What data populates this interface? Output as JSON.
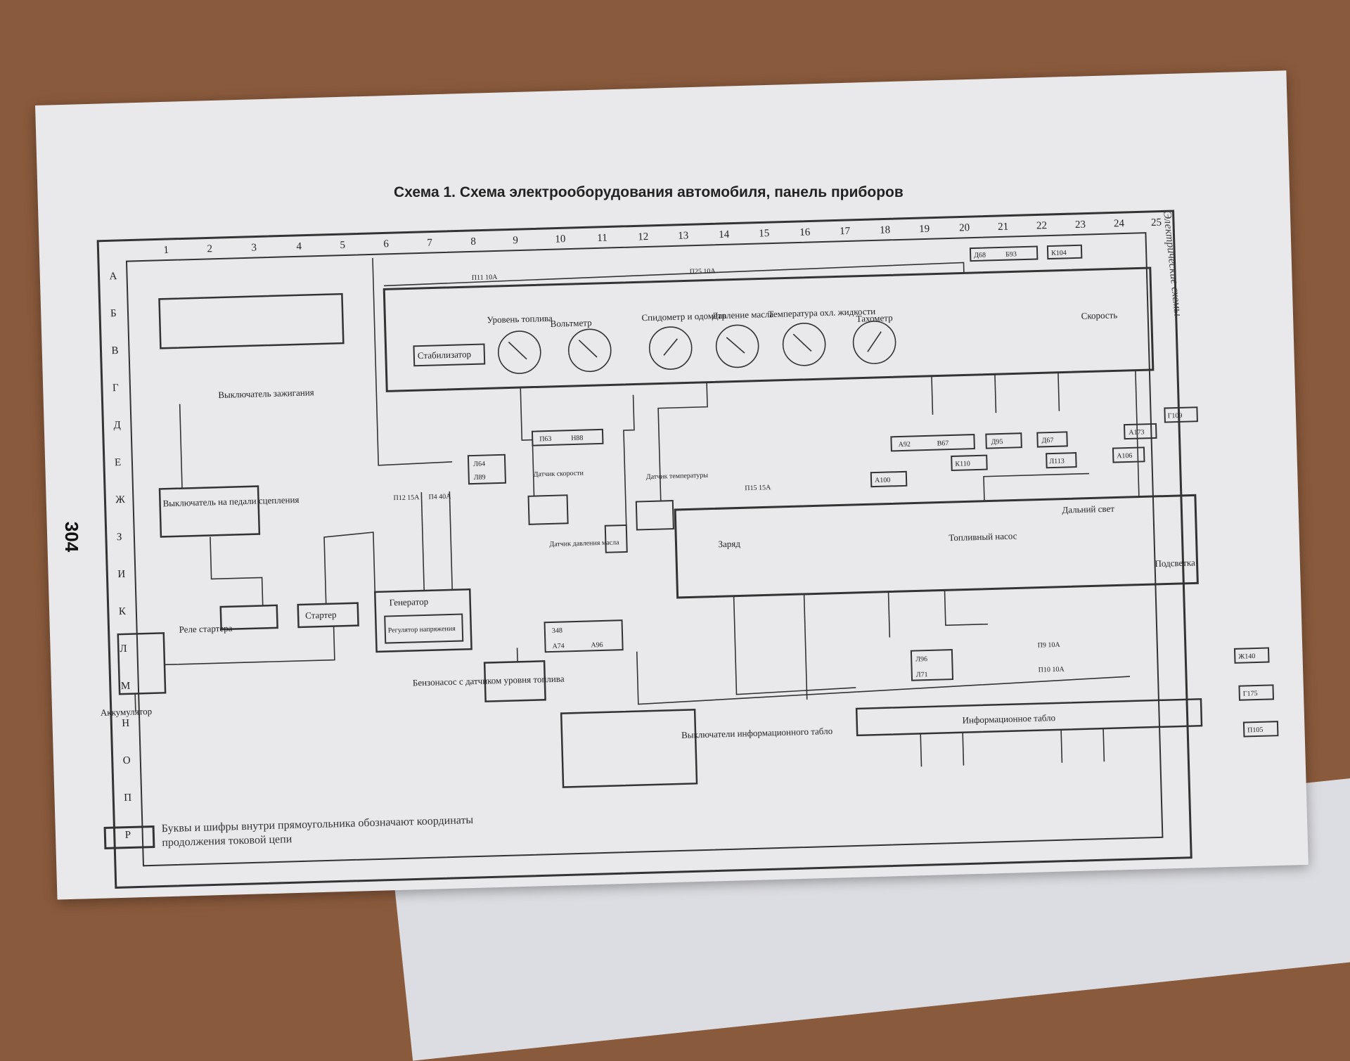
{
  "page_number": "304",
  "title": "Схема 1. Схема электрооборудования автомобиля, панель приборов",
  "side_title": "Электрические схемы",
  "columns_top": [
    "1",
    "2",
    "3",
    "4",
    "5",
    "6",
    "7",
    "8",
    "9",
    "10",
    "11",
    "12",
    "13",
    "14",
    "15",
    "16",
    "17",
    "18",
    "19",
    "20",
    "21",
    "22",
    "23",
    "24",
    "25"
  ],
  "rows_left": [
    "А",
    "Б",
    "В",
    "Г",
    "Д",
    "Е",
    "Ж",
    "З",
    "И",
    "К",
    "Л",
    "М",
    "Н",
    "О",
    "П",
    "Р"
  ],
  "legend_text": "Буквы и шифры внутри прямоугольника обозначают координаты продолжения токовой цепи",
  "components": {
    "ignition_switch": "Выключатель зажигания",
    "clutch_switch": "Выключатель на педали сцепления",
    "starter_relay": "Реле стартера",
    "battery": "Аккумулятор",
    "starter": "Стартер",
    "generator": "Генератор",
    "regulator": "Регулятор напряжения",
    "fuel_pump": "Бензонасос с датчиком уровня топлива",
    "speed_sensor": "Датчик скорости",
    "oil_sensor": "Датчик давления масла",
    "temp_sensor": "Датчик температуры",
    "info_switches": "Выключатели информационного табло",
    "info_panel": "Информационное табло",
    "stabilizer": "Стабилизатор",
    "fuel_level": "Уровень топлива",
    "voltmeter": "Вольтметр",
    "speedometer": "Спидометр и одометр",
    "oil_pressure": "Давление масла",
    "coolant_temp": "Температура охл. жидкости",
    "tachometer": "Тахометр",
    "speed": "Скорость",
    "charge": "Заряд",
    "fuel_pump_lamp": "Топливный насос",
    "high_beam": "Дальний свет",
    "backlight": "Подсветка"
  },
  "refs": [
    "Д68",
    "Б93",
    "К104",
    "П63",
    "Н88",
    "Л64",
    "Л89",
    "A92",
    "B67",
    "Д95",
    "Д67",
    "A173",
    "Г109",
    "К110",
    "Л113",
    "A106",
    "A100",
    "348",
    "A74",
    "A96",
    "Л96",
    "Л71",
    "Ж140",
    "Г175",
    "П105"
  ],
  "fuses": [
    "П11 10А",
    "П25 10А",
    "П15 15А",
    "П12 15А",
    "П4 40А",
    "П9 10А",
    "П10 10А"
  ]
}
